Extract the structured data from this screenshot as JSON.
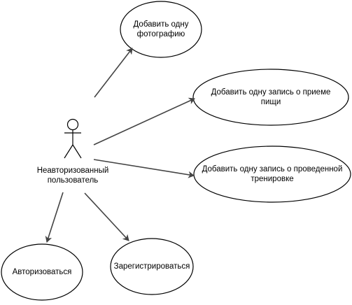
{
  "diagram": {
    "type": "use-case",
    "colors": {
      "line": "#000000",
      "arrow": "#444444",
      "fill": "#ffffff"
    },
    "actor": {
      "label_line1": "Неавторизованный",
      "label_line2": "пользователь",
      "icon": "stick-figure-icon"
    },
    "use_cases": {
      "add_photo": {
        "line1": "Добавить одну",
        "line2": "фотографию"
      },
      "add_meal": {
        "line1": "Добавить одну запись о приеме",
        "line2": "пищи"
      },
      "add_workout": {
        "line1": "Добавить одну запись о проведенной",
        "line2": "тренировке"
      },
      "authorize": {
        "line1": "Авторизоваться"
      },
      "register": {
        "line1": "Зарегистрироваться"
      }
    }
  }
}
